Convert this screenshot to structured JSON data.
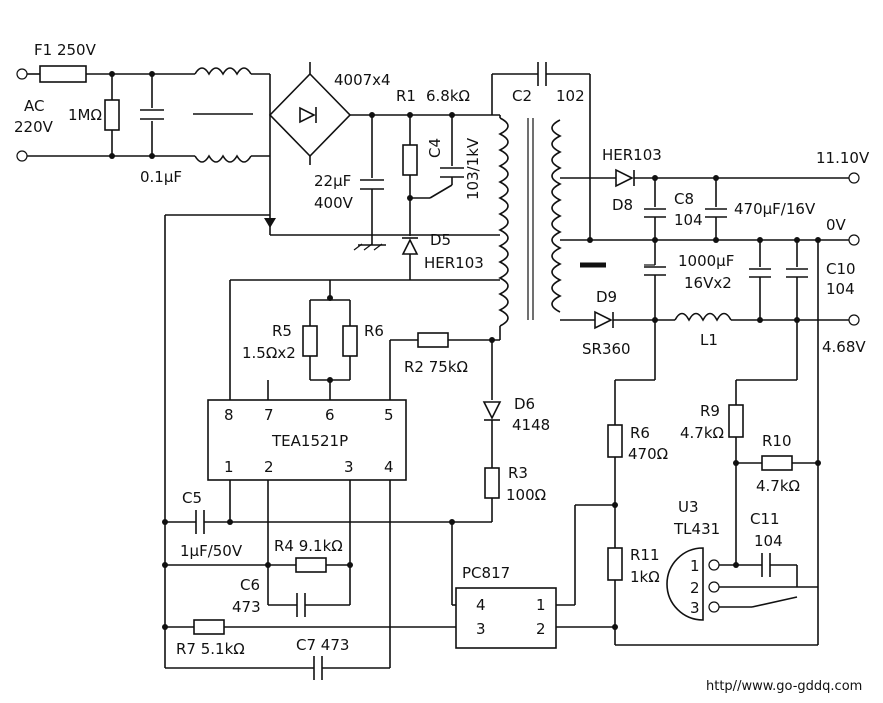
{
  "labels": {
    "f1": "F1  250V",
    "ac": "AC",
    "v220": "220V",
    "r1m": "1MΩ",
    "c01": "0.1μF",
    "bridge": "4007x4",
    "r1": "R1",
    "r1v": "6.8kΩ",
    "c2": "C2",
    "c2v": "102",
    "c4": "C4",
    "c4v": "103/1kV",
    "c22": "22μF",
    "c22v": "400V",
    "d5": "D5",
    "d5v": "HER103",
    "her103": "HER103",
    "d8": "D8",
    "c8": "C8",
    "c8v": "104",
    "c470": "470μF/16V",
    "v1110": "11.10V",
    "v0": "0V",
    "c1000": "1000μF",
    "c1000v": "16Vx2",
    "c10": "C10",
    "c10v": "104",
    "d9": "D9",
    "sr360": "SR360",
    "l1": "L1",
    "v468": "4.68V",
    "r5": "R5",
    "r5v": "1.5Ωx2",
    "r6a": "R6",
    "r2": "R2  75kΩ",
    "d6": "D6",
    "d6v": "4148",
    "r3": "R3",
    "r3v": "100Ω",
    "ic": "TEA1521P",
    "pin8": "8",
    "pin7": "7",
    "pin6": "6",
    "pin5": "5",
    "pin1": "1",
    "pin2": "2",
    "pin3": "3",
    "pin4": "4",
    "c5": "C5",
    "c5v": "1μF/50V",
    "r4": "R4  9.1kΩ",
    "c6": "C6",
    "c6v": "473",
    "r7": "R7  5.1kΩ",
    "c7": "C7  473",
    "pc817": "PC817",
    "pc4": "4",
    "pc3": "3",
    "pc1": "1",
    "pc2": "2",
    "r6b": "R6",
    "r6bv": "470Ω",
    "r11": "R11",
    "r11v": "1kΩ",
    "r9": "R9",
    "r9v": "4.7kΩ",
    "r10": "R10",
    "r10v": "4.7kΩ",
    "u3": "U3",
    "tl431": "TL431",
    "c11": "C11",
    "c11v": "104",
    "u1": "1",
    "u2": "2",
    "u3p": "3",
    "url": "http//www.go-gddq.com"
  }
}
